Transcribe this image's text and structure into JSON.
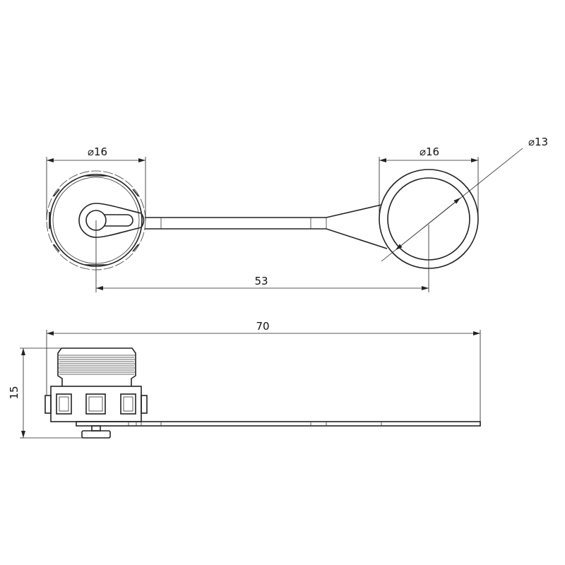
{
  "dimensions": {
    "left_cap_diameter": "⌀16",
    "ring_outer_diameter": "⌀16",
    "ring_inner_diameter": "⌀13",
    "center_distance": "53",
    "overall_length": "70",
    "height": "15"
  },
  "colors": {
    "line": "#222222",
    "background": "#ffffff"
  }
}
